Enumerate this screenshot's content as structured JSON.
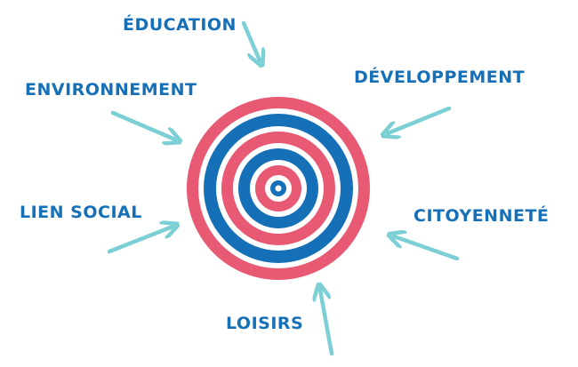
{
  "colors": {
    "label": "#1570b8",
    "arrow": "#7ccfd4",
    "ring_red": "#e85a74",
    "ring_blue": "#1570b8",
    "gap": "#ffffff"
  },
  "target": {
    "rings": [
      "red",
      "blue",
      "red",
      "blue",
      "red",
      "blue"
    ]
  },
  "labels": {
    "education": "ÉDUCATION",
    "environnement": "ENVIRONNEMENT",
    "developpement": "DÉVELOPPEMENT",
    "lien_social": "LIEN SOCIAL",
    "citoyennete": "CITOYENNETÉ",
    "loisirs": "LOISIRS"
  }
}
